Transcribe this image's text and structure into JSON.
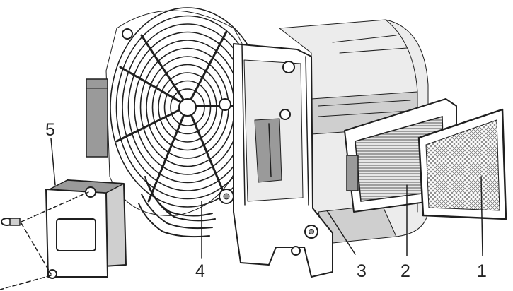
{
  "callouts": {
    "c1": "1",
    "c2": "2",
    "c3": "3",
    "c4": "4",
    "c5": "5"
  },
  "colors": {
    "line": "#1f1f1f",
    "fill_light": "#ececec",
    "fill_mid": "#cfcfcf",
    "fill_dark": "#9a9a9a",
    "background": "#ffffff"
  }
}
